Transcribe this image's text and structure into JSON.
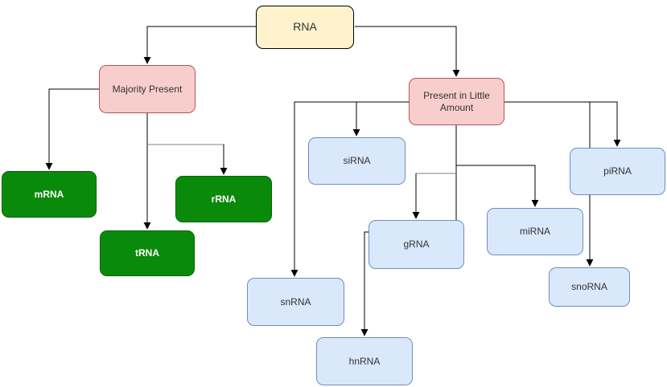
{
  "diagram": {
    "nodes": {
      "rna": {
        "label": "RNA",
        "fill": "#FFF2CC",
        "border": "#000000",
        "text_color": "#333333"
      },
      "majority_present": {
        "label": "Majority Present",
        "fill": "#F8CECC",
        "border": "#B85450",
        "text_color": "#333333"
      },
      "present_little": {
        "label": "Present in Little Amount",
        "fill": "#F8CECC",
        "border": "#B85450",
        "text_color": "#333333"
      },
      "mrna": {
        "label": "mRNA",
        "fill": "#0A8A0A",
        "border": "#006600",
        "text_color": "#FFFFFF"
      },
      "trna": {
        "label": "tRNA",
        "fill": "#0A8A0A",
        "border": "#006600",
        "text_color": "#FFFFFF"
      },
      "rrna": {
        "label": "rRNA",
        "fill": "#0A8A0A",
        "border": "#006600",
        "text_color": "#FFFFFF"
      },
      "sirna": {
        "label": "siRNA",
        "fill": "#DAE8FC",
        "border": "#6C8EBF",
        "text_color": "#333333"
      },
      "grna": {
        "label": "gRNA",
        "fill": "#DAE8FC",
        "border": "#6C8EBF",
        "text_color": "#333333"
      },
      "mirna": {
        "label": "miRNA",
        "fill": "#DAE8FC",
        "border": "#6C8EBF",
        "text_color": "#333333"
      },
      "pirna": {
        "label": "piRNA",
        "fill": "#DAE8FC",
        "border": "#6C8EBF",
        "text_color": "#333333"
      },
      "snorna": {
        "label": "snoRNA",
        "fill": "#DAE8FC",
        "border": "#6C8EBF",
        "text_color": "#333333"
      },
      "snrna": {
        "label": "snRNA",
        "fill": "#DAE8FC",
        "border": "#6C8EBF",
        "text_color": "#333333"
      },
      "hnrna": {
        "label": "hnRNA",
        "fill": "#DAE8FC",
        "border": "#6C8EBF",
        "text_color": "#333333"
      }
    },
    "edges": [
      {
        "from": "RNA",
        "to": "Majority Present"
      },
      {
        "from": "RNA",
        "to": "Present in Little Amount"
      },
      {
        "from": "Majority Present",
        "to": "mRNA"
      },
      {
        "from": "Majority Present",
        "to": "tRNA"
      },
      {
        "from": "Majority Present",
        "to": "rRNA"
      },
      {
        "from": "Present in Little Amount",
        "to": "siRNA"
      },
      {
        "from": "Present in Little Amount",
        "to": "snRNA"
      },
      {
        "from": "Present in Little Amount",
        "to": "gRNA"
      },
      {
        "from": "Present in Little Amount",
        "to": "miRNA"
      },
      {
        "from": "Present in Little Amount",
        "to": "piRNA"
      },
      {
        "from": "Present in Little Amount",
        "to": "snoRNA"
      },
      {
        "from": "gRNA",
        "to": "hnRNA"
      }
    ],
    "colors": {
      "background": "#FFFFFF",
      "connector": "#000000",
      "branch_connector": "#808080"
    }
  }
}
